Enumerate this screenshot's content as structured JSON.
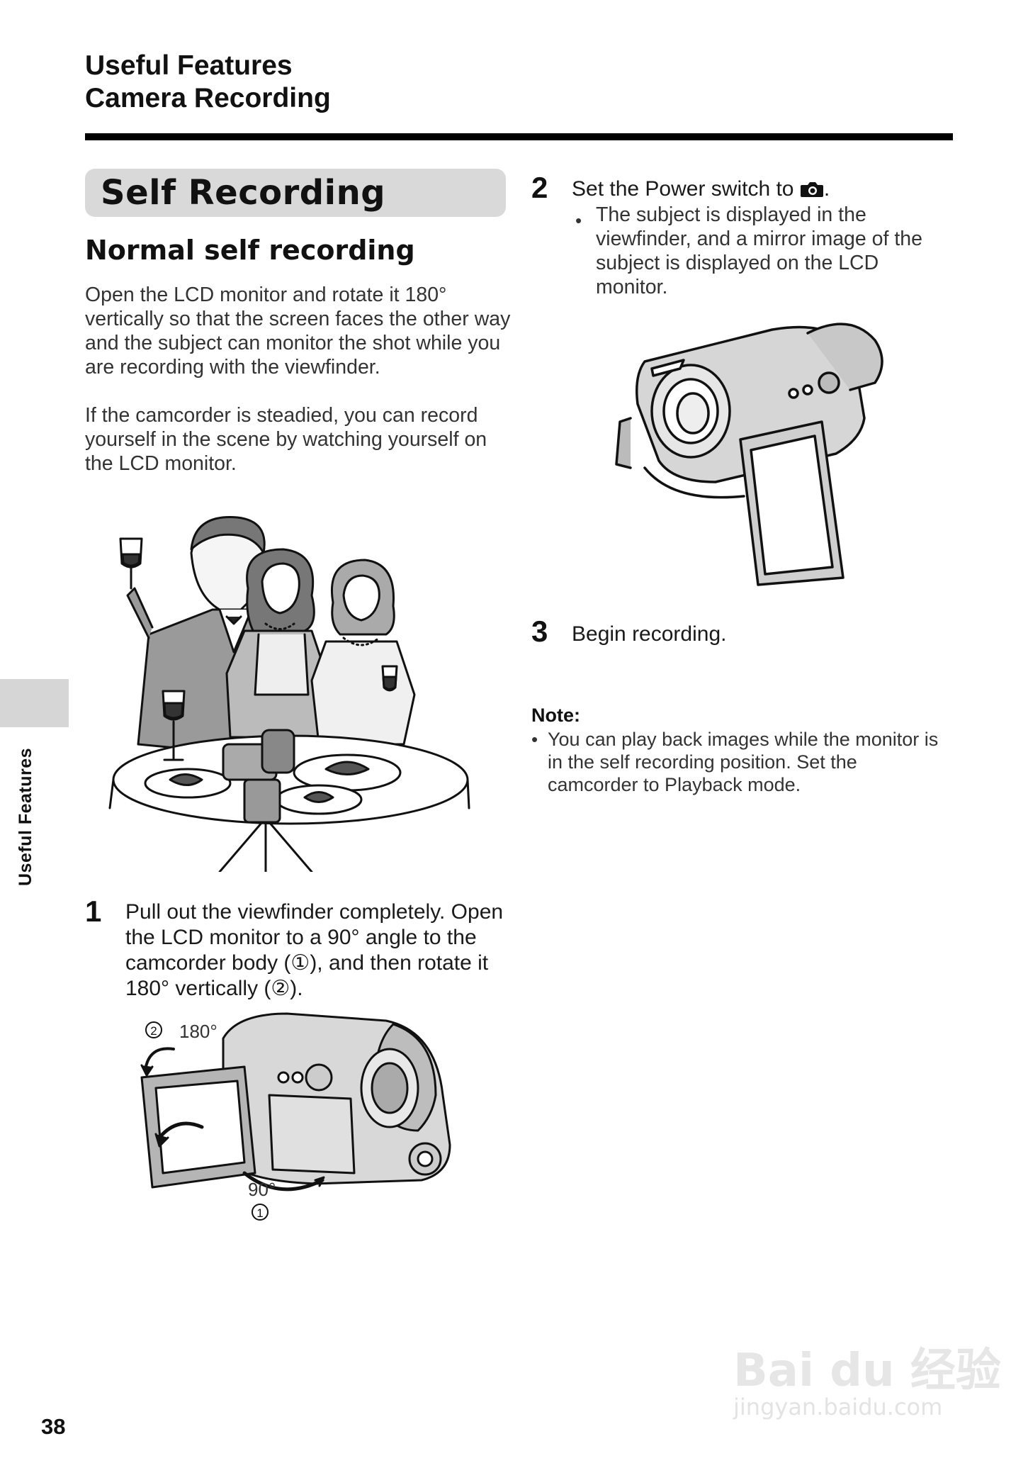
{
  "header": {
    "line1": "Useful Features",
    "line2": "Camera Recording"
  },
  "section": {
    "title": "Self Recording",
    "subtitle": "Normal self recording",
    "para1": "Open the LCD monitor and rotate it 180° vertically so that the screen faces the other way and the subject can monitor the shot while you are recording with the viewfinder.",
    "para2": "If the camcorder is steadied, you can record yourself in the scene by watching yourself on the LCD monitor."
  },
  "steps": [
    {
      "num": "1",
      "text": "Pull out the viewfinder completely. Open the LCD monitor to a 90° angle to the camcorder body (①), and then rotate it 180° vertically (②)."
    },
    {
      "num": "2",
      "text_before_icon": "Set the Power switch to",
      "text_after_icon": ".",
      "bullet": "The subject is displayed in the viewfinder, and a mirror image of the subject is displayed on the LCD monitor."
    },
    {
      "num": "3",
      "text": "Begin recording."
    }
  ],
  "figure_labels": {
    "angle_180": "180°",
    "angle_90": "90°",
    "marker_1": "1",
    "marker_2": "2"
  },
  "note": {
    "title": "Note:",
    "text": "You can play back images while the monitor is in the self recording position. Set the camcorder to Playback mode."
  },
  "side_tab": "Useful Features",
  "page_number": "38",
  "watermark": {
    "main": "Bai du 经验",
    "sub": "jingyan.baidu.com"
  },
  "icons": [
    "camera-mode-icon",
    "bullet-dot-icon"
  ]
}
